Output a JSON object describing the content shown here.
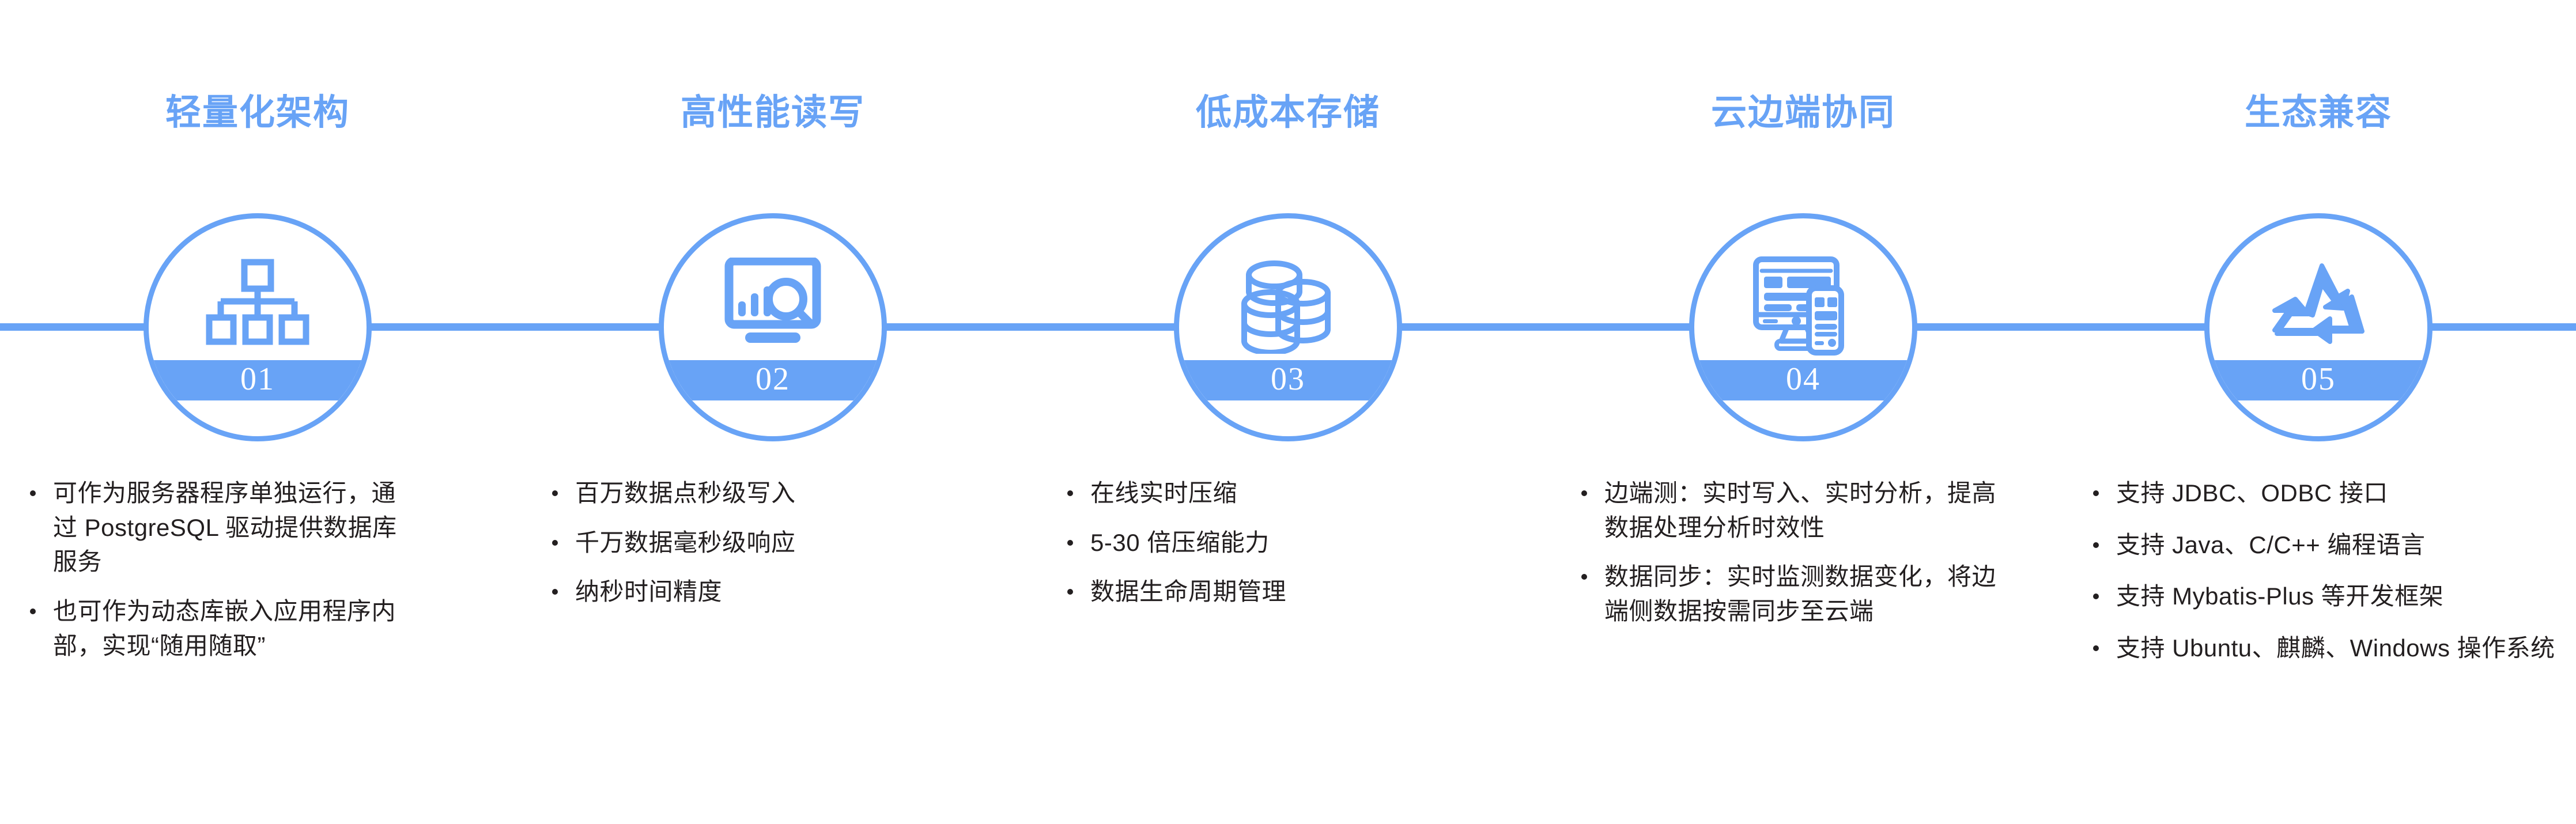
{
  "theme": {
    "accent": "#68A3F6",
    "text": "#231f20",
    "background": "#ffffff"
  },
  "connector": {
    "name": "timeline-rail"
  },
  "columns": [
    {
      "number": "01",
      "heading": "轻量化架构",
      "icon": "hierarchy-org-chart-icon",
      "bullets": [
        "可作为服务器程序单独运行，通过 PostgreSQL 驱动提供数据库服务",
        "也可作为动态库嵌入应用程序内部，实现“随用随取”"
      ]
    },
    {
      "number": "02",
      "heading": "高性能读写",
      "icon": "monitor-chart-search-icon",
      "bullets": [
        "百万数据点秒级写入",
        "千万数据毫秒级响应",
        "纳秒时间精度"
      ]
    },
    {
      "number": "03",
      "heading": "低成本存储",
      "icon": "database-stack-icon",
      "bullets": [
        "在线实时压缩",
        "5-30 倍压缩能力",
        "数据生命周期管理"
      ]
    },
    {
      "number": "04",
      "heading": "云边端协同",
      "icon": "desktop-mobile-devices-icon",
      "bullets": [
        "边端测：实时写入、实时分析，提高数据处理分析时效性",
        "数据同步：实时监测数据变化，将边端侧数据按需同步至云端"
      ]
    },
    {
      "number": "05",
      "heading": "生态兼容",
      "icon": "recycle-cycle-arrows-icon",
      "bullets": [
        "支持 JDBC、ODBC 接口",
        "支持 Java、C/C++ 编程语言",
        "支持 Mybatis-Plus 等开发框架",
        "支持 Ubuntu、麒麟、Windows 操作系统"
      ]
    }
  ]
}
